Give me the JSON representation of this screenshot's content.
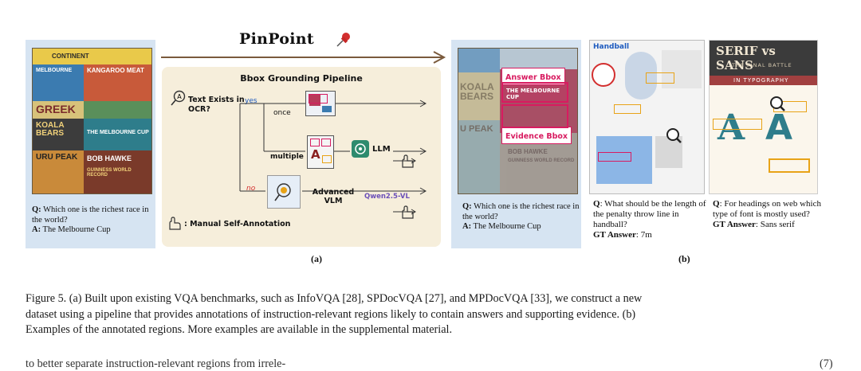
{
  "figure": {
    "main_title": "PinPoint",
    "pin_icon": "pushpin-icon",
    "panel_a_label": "(a)",
    "panel_b_label": "(b)"
  },
  "input_panel": {
    "poster_texts": [
      "CONTINENT",
      "MELBOURNE",
      "KANGAROO MEAT",
      "GREEK",
      "KOALA BEARS",
      "THE MELBOURNE CUP",
      "URU PEAK",
      "BOB HAWKE",
      "GUINNESS WORLD RECORD"
    ],
    "q_label": "Q:",
    "question": "Which one is the richest race in the world?",
    "a_label": "A:",
    "answer": "The Melbourne Cup"
  },
  "pipeline": {
    "title": "Bbox Grounding Pipeline",
    "decision": "Text Exists in OCR?",
    "yes_label": "yes",
    "no_label": "no",
    "once_label": "once",
    "multiple_label": "multiple",
    "llm_label": "LLM",
    "advanced_vlm_label": "Advanced VLM",
    "qwen_label": "Qwen2.5-VL",
    "manual_legend": ": Manual Self-Annotation"
  },
  "output_panel": {
    "answer_bbox_label": "Answer Bbox",
    "evidence_bbox_label": "Evidence Bbox",
    "poster_texts": [
      "THE MELBOURNE CUP",
      "KOALA BEARS",
      "BOB HAWKE",
      "GUINNESS WORLD RECORD",
      "U PEAK"
    ],
    "q_label": "Q:",
    "question": "Which one is the richest race in the world?",
    "a_label": "A:",
    "answer": "The Melbourne Cup"
  },
  "example_handball": {
    "title": "Handball",
    "q_label": "Q",
    "question": ": What should be the length of the penalty throw line in handball?",
    "gt_label": "GT Answer",
    "gt_answer": ": 7m"
  },
  "example_fonts": {
    "title": "SERIF vs SANS",
    "subtitle": "THE FINAL BATTLE",
    "band": "IN TYPOGRAPHY",
    "q_label": "Q",
    "question": ": For headings on web which type of font is mostly used?",
    "gt_label": "GT Answer",
    "gt_answer": ": Sans serif"
  },
  "caption": {
    "line1": "Figure 5. (a) Built upon existing VQA benchmarks, such as InfoVQA [28], SPDocVQA [27], and MPDocVQA [33], we construct a new",
    "line2": "dataset using a pipeline that provides annotations of instruction-relevant regions likely to contain answers and supporting evidence. (b)",
    "line3": "Examples of the annotated regions. More examples are available in the supplemental material.",
    "trailing": "to better separate instruction-relevant regions from irrele-",
    "eq_number": "(7)"
  },
  "colors": {
    "panel_bg": "#d6e4f2",
    "pipeline_bg": "#f6eedb",
    "arrow": "#7a5a3c",
    "answer_bbox": "#d81b60",
    "evidence_bbox": "#d81b60",
    "fonts_bbox": "#e8a317"
  }
}
